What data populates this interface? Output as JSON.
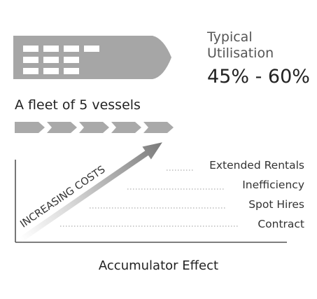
{
  "utilisation": {
    "label": "Typical Utilisation",
    "value": "45% - 60%"
  },
  "fleet": {
    "label": "A fleet of 5 vessels",
    "vessel_count": 5
  },
  "chart": {
    "arrow_label": "INCREASING COSTS",
    "tiers": [
      "Extended Rentals",
      "Ineﬃciency",
      "Spot Hires",
      "Contract"
    ],
    "caption": "Accumulator Effect"
  },
  "colors": {
    "ship": "#a6a6a6",
    "vessel_arrow": "#a9a9a9",
    "axis": "#555555",
    "dotted_line": "#999999",
    "cost_arrow": "#7f7f7f",
    "window": "#ffffff"
  }
}
